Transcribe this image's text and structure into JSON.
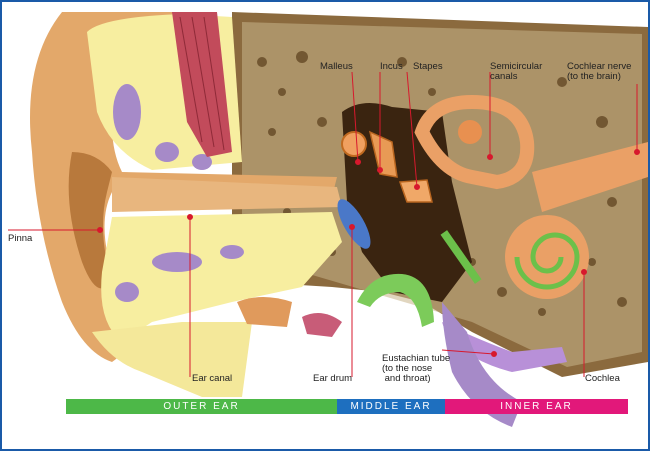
{
  "labels": {
    "pinna": "Pinna",
    "ear_canal": "Ear canal",
    "ear_drum": "Ear drum",
    "malleus": "Malleus",
    "incus": "Incus",
    "stapes": "Stapes",
    "semicircular_canals": "Semicircular\ncanals",
    "cochlear_nerve": "Cochlear nerve\n(to the brain)",
    "eustachian_tube": "Eustachian tube\n(to the nose\n and throat)",
    "cochlea": "Cochlea"
  },
  "sections": {
    "outer": "OUTER EAR",
    "middle": "MIDDLE EAR",
    "inner": "INNER EAR"
  },
  "colors": {
    "outer": "#4db848",
    "middle": "#1e6fbf",
    "inner": "#e2187a",
    "pointer": "#d7192d",
    "border": "#1a5aa8"
  }
}
